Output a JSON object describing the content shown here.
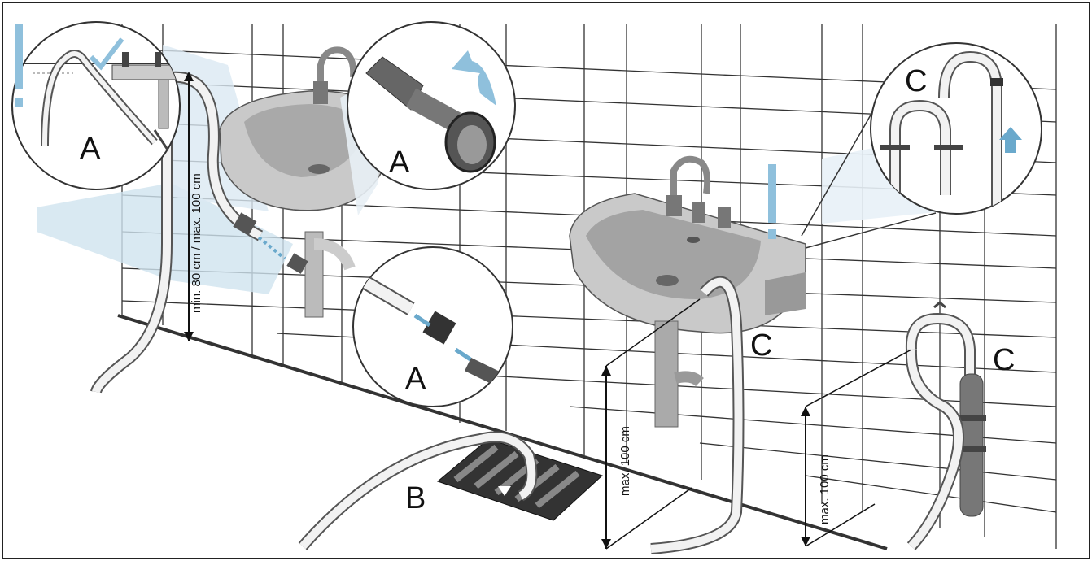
{
  "labels": {
    "a1": "A",
    "a2": "A",
    "a3": "A",
    "b": "B",
    "c1": "C",
    "c2": "C",
    "c3": "C"
  },
  "measurements": {
    "left_height": "min. 80 cm / max. 100 cm",
    "middle_height": "max. 100 cm",
    "right_height": "max. 100 cm"
  },
  "colors": {
    "accent": "#8fc0dc",
    "accent_dark": "#6aa9cc",
    "highlight": "#cfe3ef",
    "line": "#3a3a3a",
    "sink": "#9a9a9a",
    "sink_light": "#cfcfcf"
  },
  "icons": [
    "exclamation-icon",
    "checkmark-icon",
    "arrow-icon"
  ]
}
